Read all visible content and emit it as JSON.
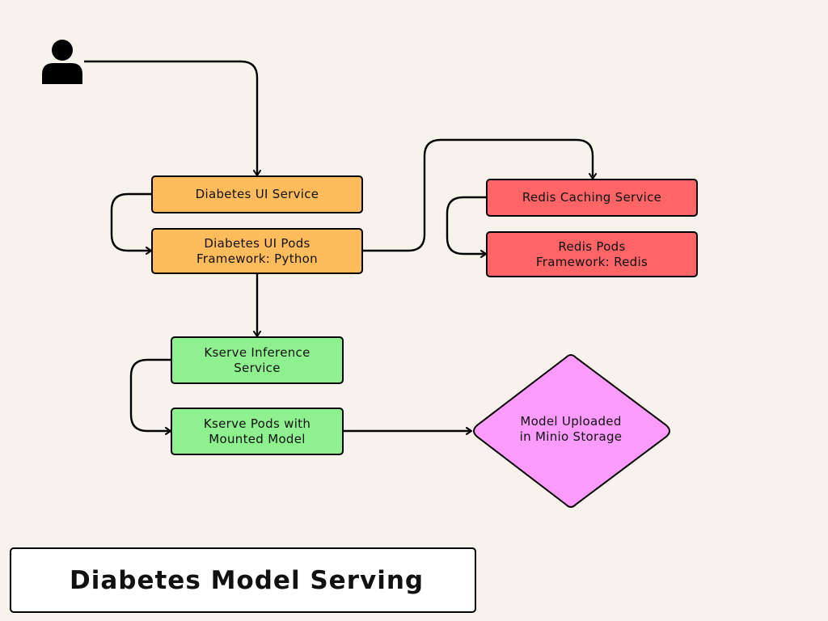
{
  "title": "Diabetes Model Serving",
  "colors": {
    "background": "#f7f3ec",
    "ui_nodes": "#ffbc5c",
    "redis_nodes": "#ff6467",
    "kserve_nodes": "#8ef08e",
    "storage_node": "#fb9bfb"
  },
  "actor": {
    "icon": "user-icon"
  },
  "nodes": {
    "ui_service": "Diabetes UI Service",
    "ui_pods": "Diabetes UI Pods\nFramework: Python",
    "redis_service": "Redis Caching Service",
    "redis_pods": "Redis Pods\nFramework: Redis",
    "kserve_service": "Kserve Inference\nService",
    "kserve_pods": "Kserve Pods with\nMounted Model",
    "storage": "Model Uploaded\nin Minio Storage"
  },
  "edges": [
    {
      "from": "user",
      "to": "ui_service"
    },
    {
      "from": "ui_service",
      "to": "ui_pods"
    },
    {
      "from": "ui_pods",
      "to": "redis_service"
    },
    {
      "from": "redis_service",
      "to": "redis_pods"
    },
    {
      "from": "ui_pods",
      "to": "kserve_service"
    },
    {
      "from": "kserve_service",
      "to": "kserve_pods"
    },
    {
      "from": "kserve_pods",
      "to": "storage"
    }
  ]
}
